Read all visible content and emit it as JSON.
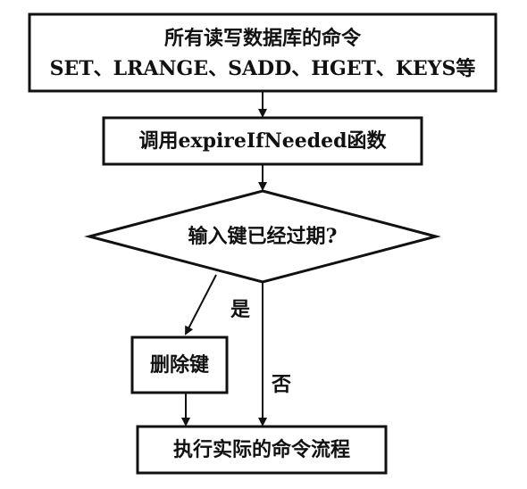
{
  "nodes": {
    "commands": {
      "line1": "所有读写数据库的命令",
      "line2": "SET、LRANGE、SADD、HGET、KEYS等"
    },
    "call_expire": {
      "label": "调用expireIfNeeded函数"
    },
    "decision": {
      "label": "输入键已经过期?"
    },
    "delete_key": {
      "label": "删除键"
    },
    "execute": {
      "label": "执行实际的命令流程"
    }
  },
  "edges": {
    "yes_label": "是",
    "no_label": "否"
  }
}
